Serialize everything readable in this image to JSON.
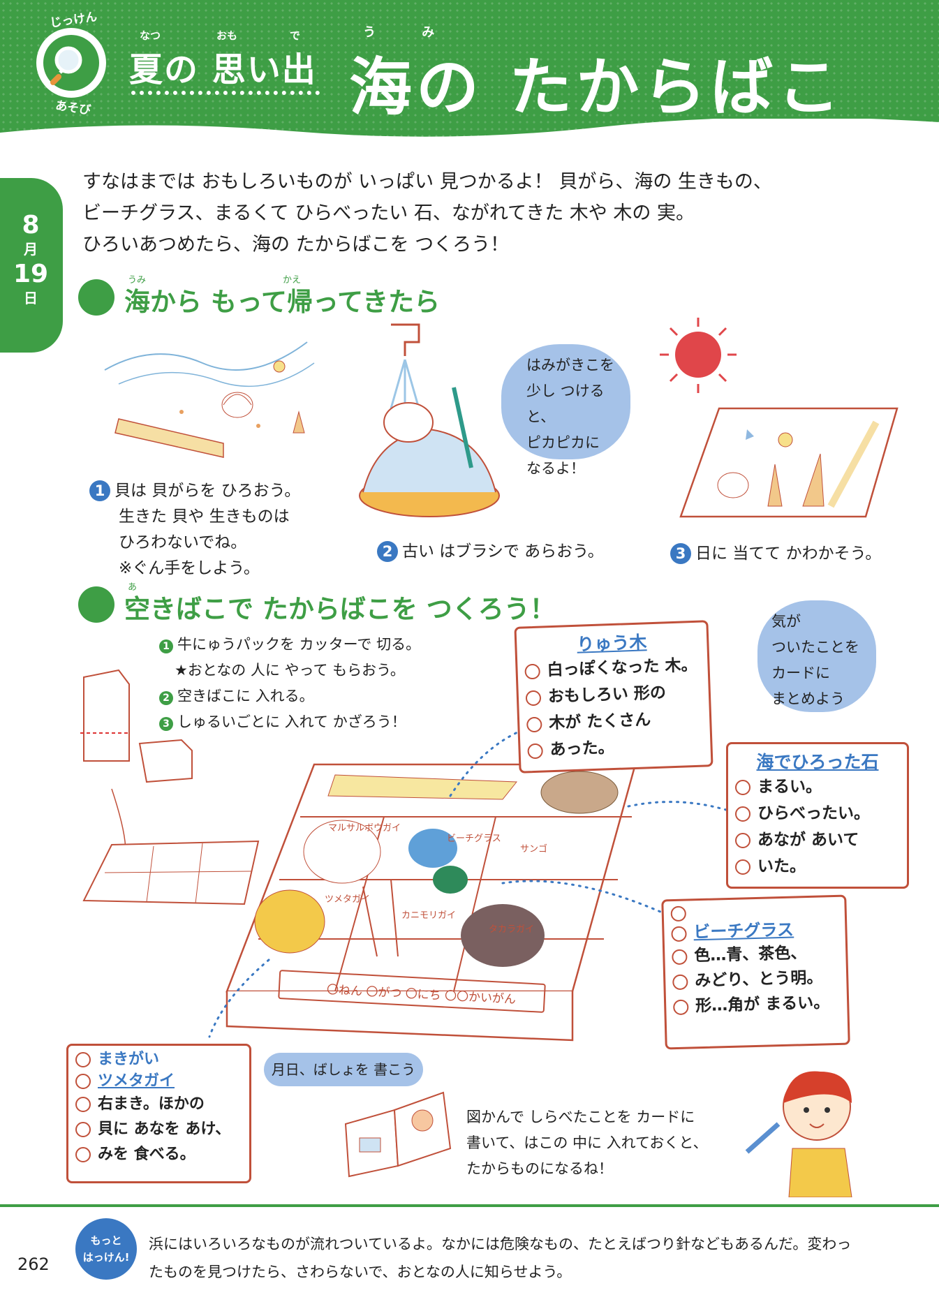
{
  "header": {
    "badge_top": "じっけん",
    "badge_bottom": "あそび",
    "subtitle": "夏の 思い出",
    "subtitle_ruby": [
      "なつ",
      "おも",
      "で"
    ],
    "title": "海の たからばこ",
    "title_ruby": "う み",
    "colors": {
      "green": "#3e9e45",
      "blue": "#3a78c2",
      "brown": "#c0503a"
    }
  },
  "date": {
    "month": "8",
    "month_label": "月",
    "day": "19",
    "day_label": "日"
  },
  "intro": [
    "すなはまでは おもしろいものが いっぱい 見つかるよ！ 貝がら、海の 生きもの、",
    "ビーチグラス、まるくて ひらべったい 石、ながれてきた 木や 木の 実。",
    "ひろいあつめたら、海の たからばこを つくろう！"
  ],
  "section1": {
    "title": "海から もって帰ってきたら",
    "ruby": [
      "うみ",
      "かえ"
    ],
    "step1": {
      "num": "1",
      "lines": [
        "貝は 貝がらを ひろおう。",
        "生きた 貝や 生きものは",
        "ひろわないでね。",
        "※ぐん手をしよう。"
      ]
    },
    "bubble": [
      "はみがきこを",
      "少し つけると、",
      "ピカピカに",
      "なるよ！"
    ],
    "step2": {
      "num": "2",
      "text": "古い はブラシで あらおう。"
    },
    "step3": {
      "num": "3",
      "text": "日に 当てて かわかそう。"
    }
  },
  "section2": {
    "title": "空きばこで たからばこを つくろう！",
    "ruby": "あ",
    "steps": [
      {
        "num": "1",
        "text": "牛にゅうパックを カッターで 切る。"
      },
      {
        "num": "",
        "text": "★おとなの 人に やって もらおう。"
      },
      {
        "num": "2",
        "text": "空きばこに 入れる。"
      },
      {
        "num": "3",
        "text": "しゅるいごとに 入れて かざろう！"
      }
    ],
    "bubble_right": [
      "気が",
      "ついたことを",
      "カードに",
      "まとめよう"
    ],
    "card_wood": {
      "title": "りゅう木",
      "rows": [
        "白っぽくなった 木。",
        "おもしろい 形の",
        "木が たくさん",
        "あった。"
      ]
    },
    "card_stone": {
      "title": "海でひろった石",
      "rows": [
        "まるい。",
        "ひらべったい。",
        "あなが あいて",
        "いた。"
      ]
    },
    "card_glass": {
      "title": "ビーチグラス",
      "rows": [
        "",
        "",
        "色…青、茶色、",
        "みどり、とう明。",
        "形…角が まるい。"
      ]
    },
    "card_shell": {
      "title_line1": "まきがい",
      "title_line2": "ツメタガイ",
      "rows": [
        "",
        "",
        "右まき。ほかの",
        "貝に あなを あけ、",
        "みを 食べる。"
      ]
    },
    "box_labels": [
      "マルサルボウガイ",
      "ビーチグラス",
      "サンゴ",
      "ツメタガイ",
      "カニモリガイ",
      "タカラガイ"
    ],
    "box_front": "〇ねん 〇がつ 〇にち 〇〇かいがん",
    "bubble_date": "月日、ばしょを 書こう",
    "zukan_text": [
      "図かんで しらべたことを カードに",
      "書いて、はこの 中に 入れておくと、",
      "たからものになるね！"
    ]
  },
  "footer": {
    "badge_line1": "もっと",
    "badge_line2": "はっけん!",
    "text": [
      "浜にはいろいろなものが流れついているよ。なかには危険なもの、たとえばつり針などもあるんだ。変わっ",
      "たものを見つけたら、さわらないで、おとなの人に知らせよう。"
    ],
    "page": "262"
  }
}
